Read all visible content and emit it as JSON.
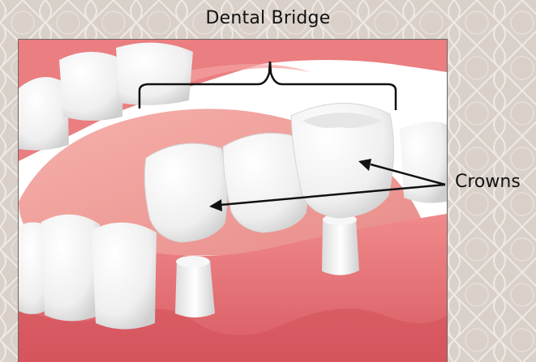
{
  "diagram": {
    "title": "Dental Bridge",
    "callout": "Crowns"
  },
  "colors": {
    "background": "#d9d0c9",
    "pattern_line": "#efe9e4",
    "gum": "#e4777a",
    "gum_shadow": "#c9545b",
    "tongue": "#f0a09c",
    "tooth": "#f4f4f4",
    "annotation": "#111111"
  },
  "icons": {
    "bracket": "curly-brace",
    "arrows": "arrow-pointer"
  }
}
